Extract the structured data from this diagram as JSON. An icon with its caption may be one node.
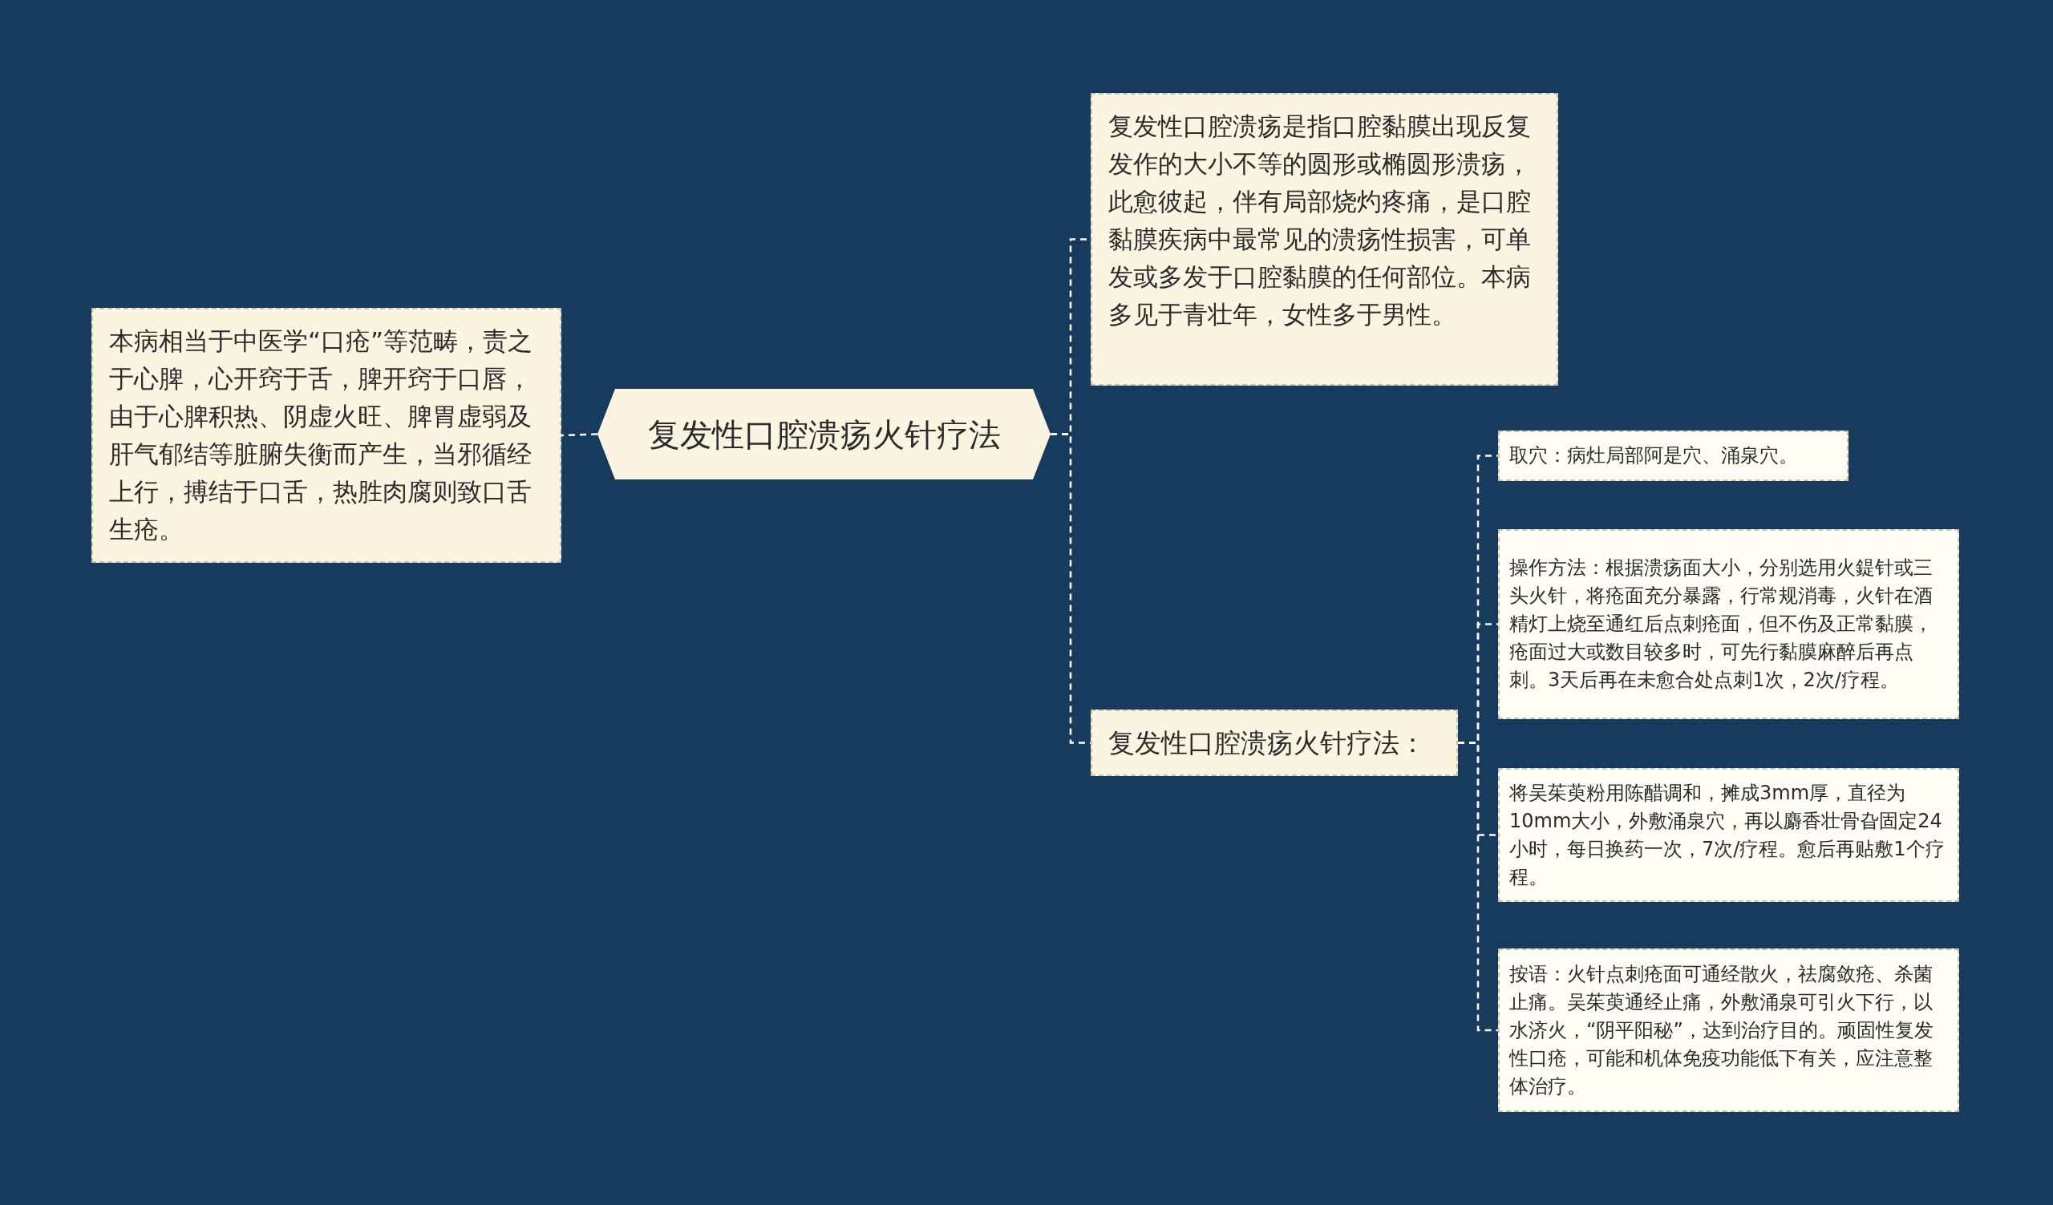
{
  "diagram": {
    "nodes": [
      {
        "text": [
          "复发性口腔溃疡火针疗法"
        ]
      },
      {
        "text": [
          "本病相当于中医学“口疮”等范畴，责之于心脾，心开窍于舌，脾开窍于口唇，由于心脾积热、阴虚火旺、脾胃虚弱及肝气郁结等脏腑失衡而产生，当邪循经上行，搏结于口舌，热胜肉腐则致口舌生疮。"
        ]
      },
      {
        "text": [
          "复发性口腔溃疡是指口腔黏膜出现反复发作的大小不等的圆形或椭圆形溃疡，此愈彼起，伴有局部烧灼疼痛，是口腔黏膜疾病中最常见的溃疡性损害，可单发或多发于口腔黏膜的任何部位。本病多见于青壮年，女性多于男性。"
        ]
      },
      {
        "text": [
          "复发性口腔溃疡火针疗法："
        ]
      },
      {
        "text": [
          "取穴：病灶局部阿是穴、涌泉穴。"
        ]
      },
      {
        "text": [
          "操作方法：根据溃疡面大小，分别选用火鍉针或三头火针，将疮面充分暴露，行常规消毒，火针在酒精灯上烧至通红后点刺疮面，但不伤及正常黏膜，疮面过大或数目较多时，可先行黏膜麻醉后再点刺。3天后再在未愈合处点刺1次，2次/疗程。"
        ]
      },
      {
        "text": [
          "将吴茱萸粉用陈醋调和，摊成3mm厚，直径为10mm大小，外敷涌泉穴，再以麝香壮骨旮固定24小时，每日换药一次，7次/疗程。愈后再贴敷1个疗程。"
        ]
      },
      {
        "text": [
          "按语：火针点刺疮面可通经散火，祛腐敛疮、杀菌止痛。吴茱萸通经止痛，外敷涌泉可引火下行，以水济火，“阴平阳秘”，达到治疗目的。顽固性复发性口疮，可能和机体免疫功能低下有关，应注意整体治疗。"
        ]
      }
    ],
    "edges": [
      {
        "from": 0,
        "to": 1,
        "arrow": "none",
        "style": "dashed"
      },
      {
        "from": 0,
        "to": 2,
        "arrow": "none",
        "style": "dashed"
      },
      {
        "from": 0,
        "to": 3,
        "arrow": "none",
        "style": "dashed"
      },
      {
        "from": 3,
        "to": 4,
        "arrow": "none",
        "style": "dashed"
      },
      {
        "from": 3,
        "to": 5,
        "arrow": "none",
        "style": "dashed"
      },
      {
        "from": 3,
        "to": 6,
        "arrow": "none",
        "style": "dashed"
      },
      {
        "from": 3,
        "to": 7,
        "arrow": "none",
        "style": "dashed"
      }
    ]
  }
}
